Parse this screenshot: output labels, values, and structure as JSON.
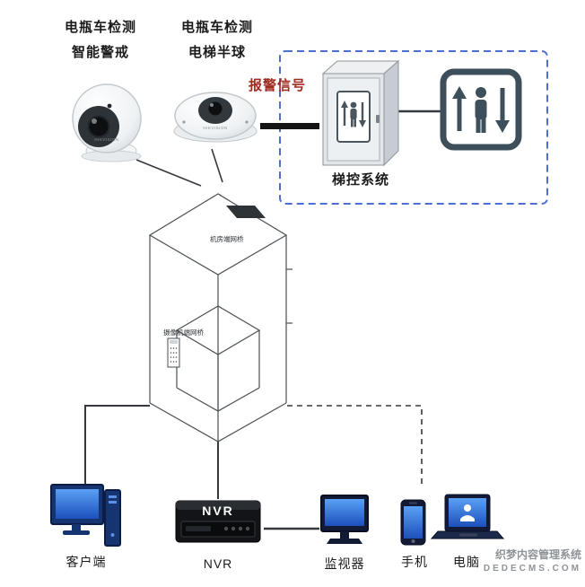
{
  "diagram": {
    "cameras": [
      {
        "label_line1": "电瓶车检测",
        "label_line2": "智能警戒",
        "brand": "HIKVISION"
      },
      {
        "label_line1": "电瓶车检测",
        "label_line2": "电梯半球",
        "brand": "HIKVISION"
      }
    ],
    "alarm_signal_label": "报警信号",
    "control_box": {
      "label": "梯控系统"
    },
    "shaft": {
      "top_bridge_label": "机房端网桥",
      "car_bridge_label": "摄像机端网桥"
    },
    "devices": {
      "client_label": "客户端",
      "nvr_text": "NVR",
      "nvr_label": "NVR",
      "monitor_label": "监视器",
      "phone_label": "手机",
      "laptop_label": "电脑"
    },
    "watermark": {
      "line1": "织梦内容管理系统",
      "line2": "DEDECMS.COM"
    },
    "colors": {
      "dashed_box": "#4e6fd1",
      "alarm_text": "#9e2a20",
      "screen_blue": "#2f7de2",
      "device_navy": "#16346f",
      "sign_slate": "#3e4f5c",
      "watermark_gray": "#8f9499"
    }
  }
}
